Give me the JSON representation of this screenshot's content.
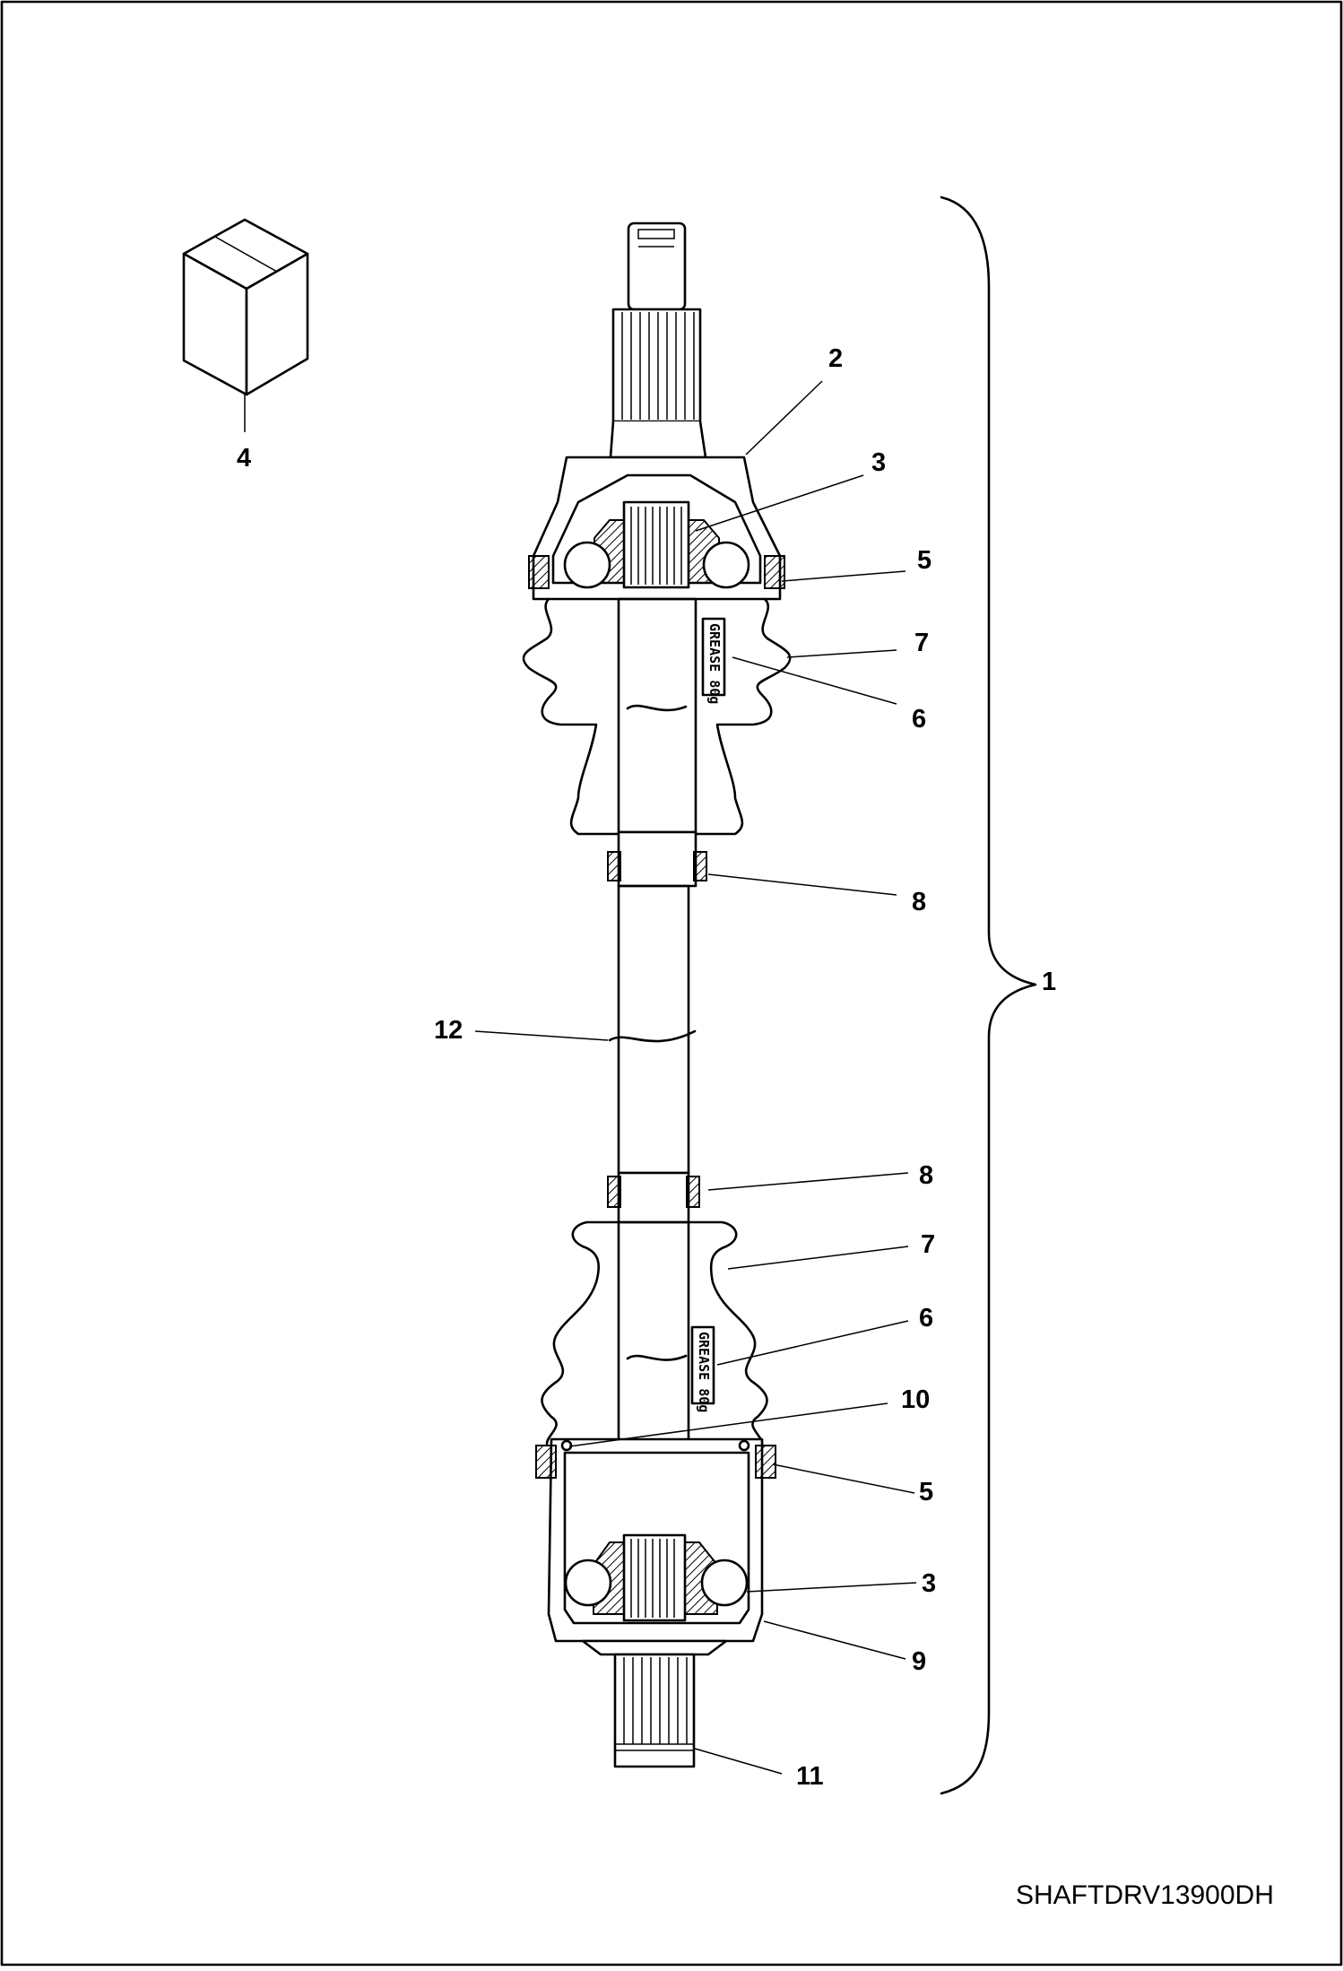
{
  "diagram": {
    "drawing_code": "SHAFTDRV13900DH",
    "callouts": [
      "1",
      "2",
      "3",
      "4",
      "5",
      "6",
      "7",
      "8",
      "9",
      "10",
      "11",
      "12"
    ],
    "grease_labels": [
      "GREASE 80g",
      "GREASE 80g"
    ],
    "colors": {
      "line": "#000000",
      "background": "#ffffff"
    }
  }
}
